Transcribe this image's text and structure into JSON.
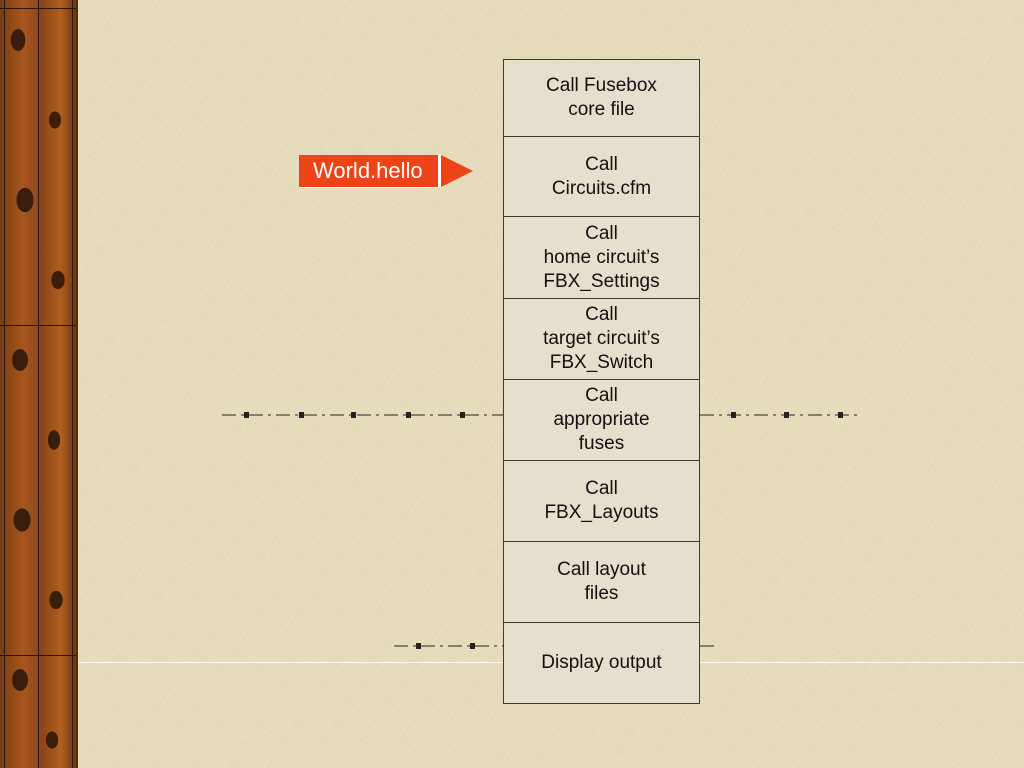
{
  "slide": {
    "pointer_label": "World.hello",
    "steps": [
      "Call Fusebox\ncore file",
      "Call\nCircuits.cfm",
      "Call\nhome circuit’s\nFBX_Settings",
      "Call\ntarget circuit’s\nFBX_Switch",
      "Call\nappropriate\nfuses",
      "Call\nFBX_Layouts",
      "Call layout\nfiles",
      "Display output"
    ]
  },
  "colors": {
    "background": "#e6dcbc",
    "arrow": "#ee4218",
    "box_border": "#3a3a3a"
  }
}
